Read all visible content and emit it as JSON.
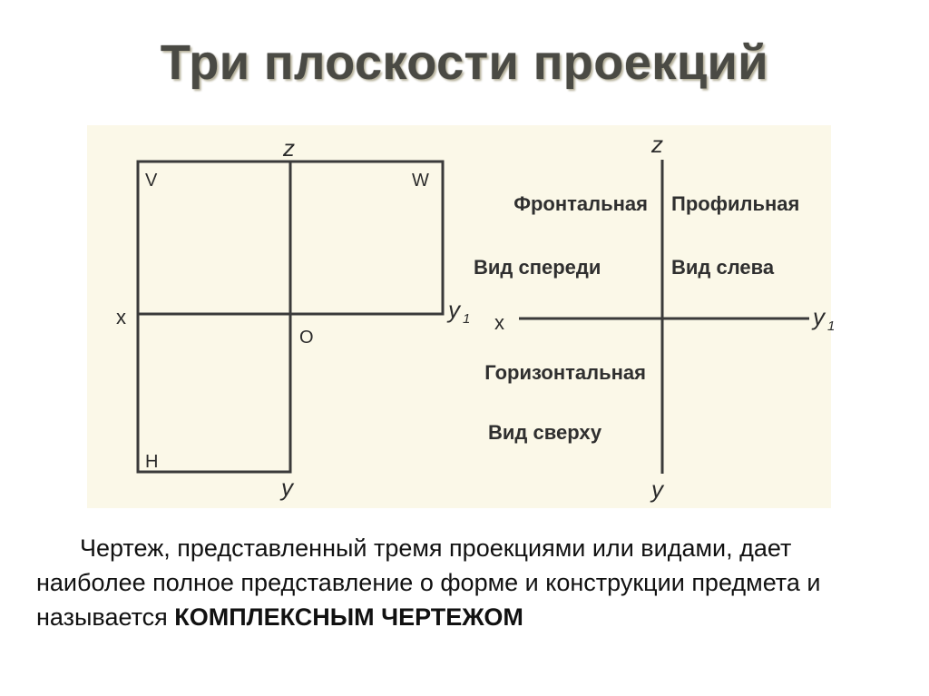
{
  "slide": {
    "title": "Три плоскости проекций"
  },
  "left_diagram": {
    "plane_v": "V",
    "plane_w": "W",
    "plane_h": "H",
    "axis_z": "z",
    "axis_x": "x",
    "axis_y1": "y",
    "axis_y1_sub": "1",
    "origin": "O",
    "axis_y": "y"
  },
  "right_diagram": {
    "axis_z": "z",
    "axis_x": "x",
    "axis_y1": "y",
    "axis_y1_sub": "1",
    "axis_y": "y",
    "frontal": "Фронтальная",
    "profile": "Профильная",
    "front_view": "Вид спереди",
    "left_view": "Вид слева",
    "horizontal": "Горизонтальная",
    "top_view": "Вид сверху"
  },
  "description": {
    "text": "Чертеж, представленный  тремя проекциями или видами, дает наиболее полное представление о форме и конструкции предмета и называется ",
    "emphasis": "КОМПЛЕКСНЫМ ЧЕРТЕЖОМ"
  },
  "colors": {
    "photo_background": "#fbf8e8",
    "line_dark": "#3a3a3a",
    "title_text": "#4a4a44"
  }
}
